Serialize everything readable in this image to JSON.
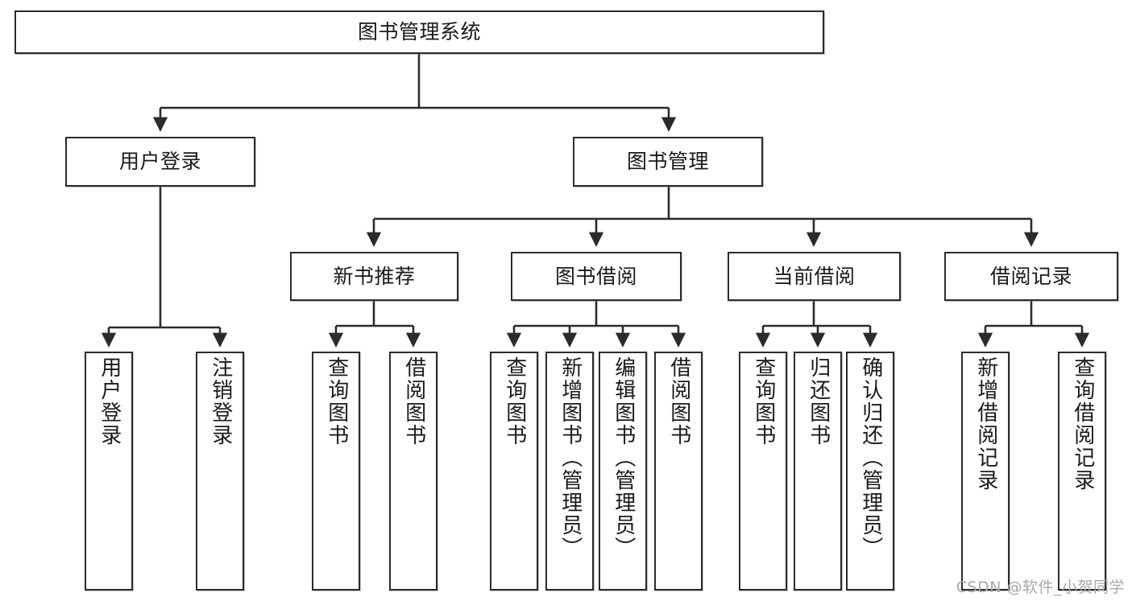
{
  "diagram": {
    "type": "tree-hierarchy",
    "title": "图书管理系统",
    "watermark": "CSDN @软件_小贺同学",
    "colors": {
      "stroke": "#2b2b2b",
      "fill": "#ffffff",
      "text": "#1a1a1a",
      "watermark": "#a9a9a9"
    },
    "levels": {
      "level0": "root",
      "level1": "modules",
      "level2": "sub-modules",
      "level3": "functions"
    }
  },
  "nodes": {
    "root": {
      "label": "图书管理系统",
      "orientation": "horizontal"
    },
    "level1": [
      {
        "id": "user-login",
        "label": "用户登录",
        "orientation": "horizontal"
      },
      {
        "id": "book-manage",
        "label": "图书管理",
        "orientation": "horizontal"
      }
    ],
    "level2": [
      {
        "id": "new-book-recommend",
        "label": "新书推荐",
        "orientation": "horizontal",
        "parent": "book-manage"
      },
      {
        "id": "book-borrow",
        "label": "图书借阅",
        "orientation": "horizontal",
        "parent": "book-manage"
      },
      {
        "id": "current-borrow",
        "label": "当前借阅",
        "orientation": "horizontal",
        "parent": "book-manage"
      },
      {
        "id": "borrow-record",
        "label": "借阅记录",
        "orientation": "horizontal",
        "parent": "book-manage"
      }
    ],
    "leaves": [
      {
        "id": "leaf-user-login",
        "label": "用户登录",
        "parent": "user-login",
        "orientation": "vertical"
      },
      {
        "id": "leaf-logout",
        "label": "注销登录",
        "parent": "user-login",
        "orientation": "vertical"
      },
      {
        "id": "leaf-query-book-1",
        "label": "查询图书",
        "parent": "new-book-recommend",
        "orientation": "vertical"
      },
      {
        "id": "leaf-borrow-book-1",
        "label": "借阅图书",
        "parent": "new-book-recommend",
        "orientation": "vertical"
      },
      {
        "id": "leaf-query-book-2",
        "label": "查询图书",
        "parent": "book-borrow",
        "orientation": "vertical"
      },
      {
        "id": "leaf-add-book",
        "label": "新增图书（管理员）",
        "parent": "book-borrow",
        "orientation": "vertical"
      },
      {
        "id": "leaf-edit-book",
        "label": "编辑图书（管理员）",
        "parent": "book-borrow",
        "orientation": "vertical"
      },
      {
        "id": "leaf-borrow-book-2",
        "label": "借阅图书",
        "parent": "book-borrow",
        "orientation": "vertical"
      },
      {
        "id": "leaf-query-book-3",
        "label": "查询图书",
        "parent": "current-borrow",
        "orientation": "vertical"
      },
      {
        "id": "leaf-return-book",
        "label": "归还图书",
        "parent": "current-borrow",
        "orientation": "vertical"
      },
      {
        "id": "leaf-confirm-return",
        "label": "确认归还（管理员）",
        "parent": "current-borrow",
        "orientation": "vertical"
      },
      {
        "id": "leaf-add-record",
        "label": "新增借阅记录",
        "parent": "borrow-record",
        "orientation": "vertical"
      },
      {
        "id": "leaf-query-record",
        "label": "查询借阅记录",
        "parent": "borrow-record",
        "orientation": "vertical"
      }
    ]
  }
}
